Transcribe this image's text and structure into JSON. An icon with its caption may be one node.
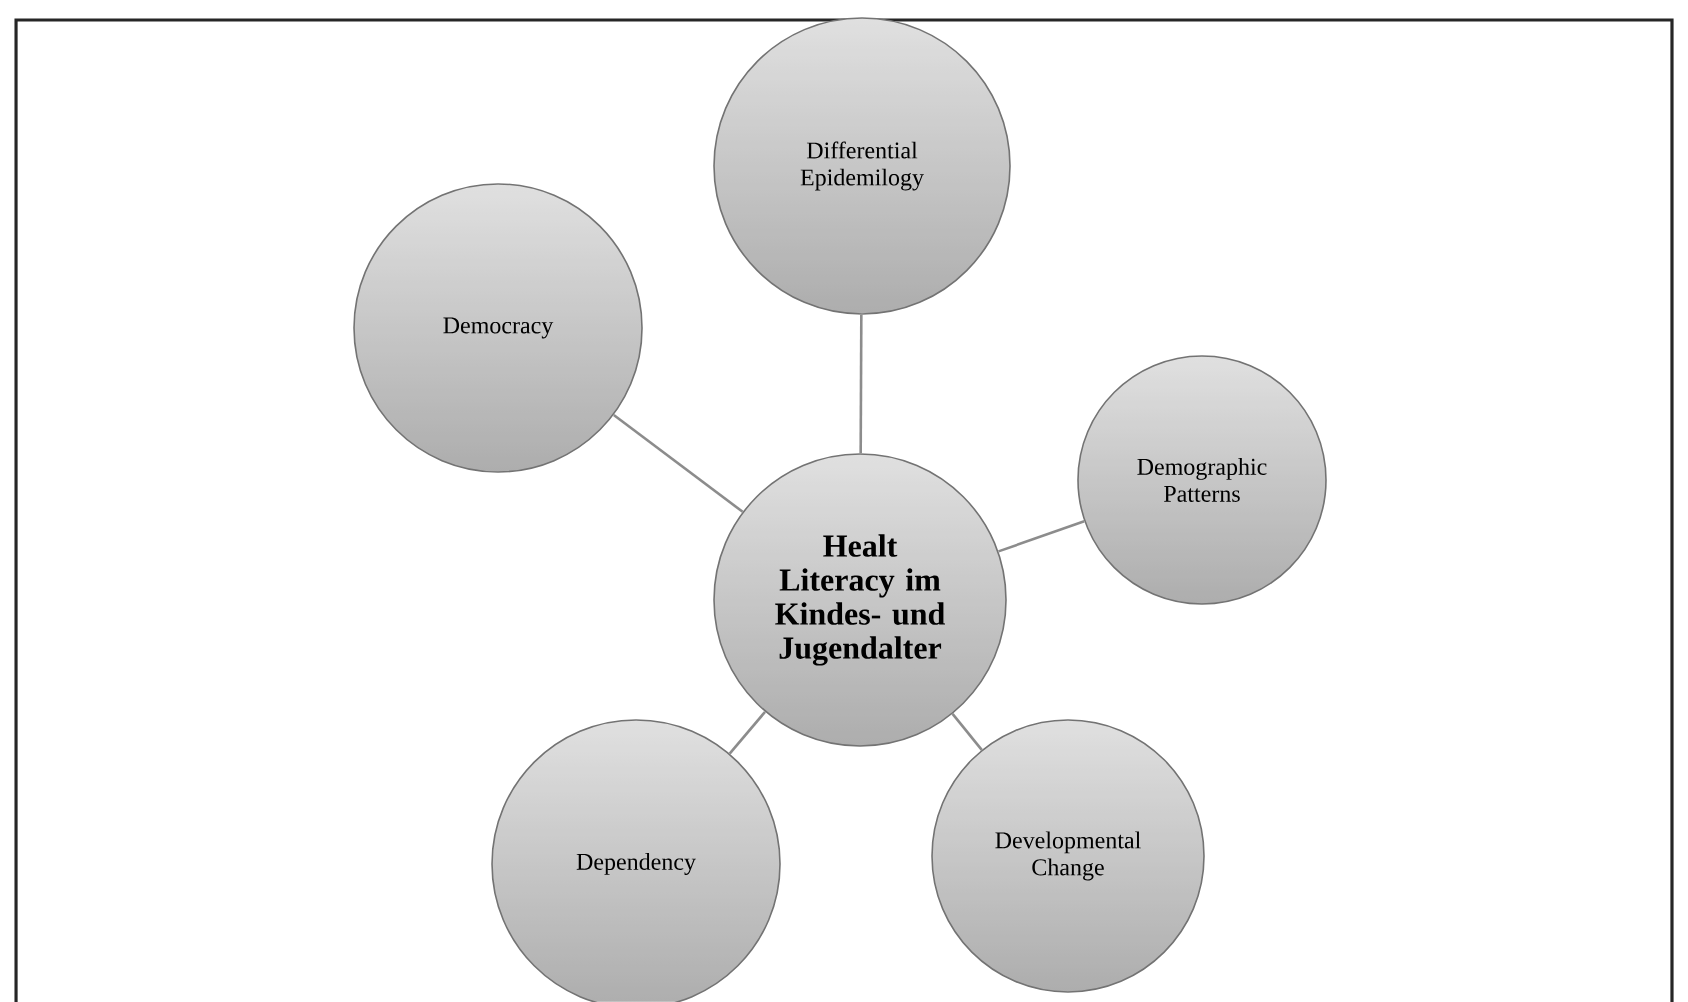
{
  "diagram": {
    "nodes": [
      {
        "text": [
          "Healt Literacy im Kindes- und Jugendalter"
        ]
      },
      {
        "text": [
          "Differential Epidemilogy"
        ]
      },
      {
        "text": [
          "Demographic Patterns"
        ]
      },
      {
        "text": [
          "Developmental Change"
        ]
      },
      {
        "text": [
          "Dependency"
        ]
      },
      {
        "text": [
          "Democracy"
        ]
      }
    ],
    "edges": [
      {
        "from": 0,
        "to": 1,
        "arrow": "none"
      },
      {
        "from": 0,
        "to": 2,
        "arrow": "none"
      },
      {
        "from": 0,
        "to": 3,
        "arrow": "none"
      },
      {
        "from": 0,
        "to": 4,
        "arrow": "none"
      },
      {
        "from": 0,
        "to": 5,
        "arrow": "none"
      }
    ]
  }
}
